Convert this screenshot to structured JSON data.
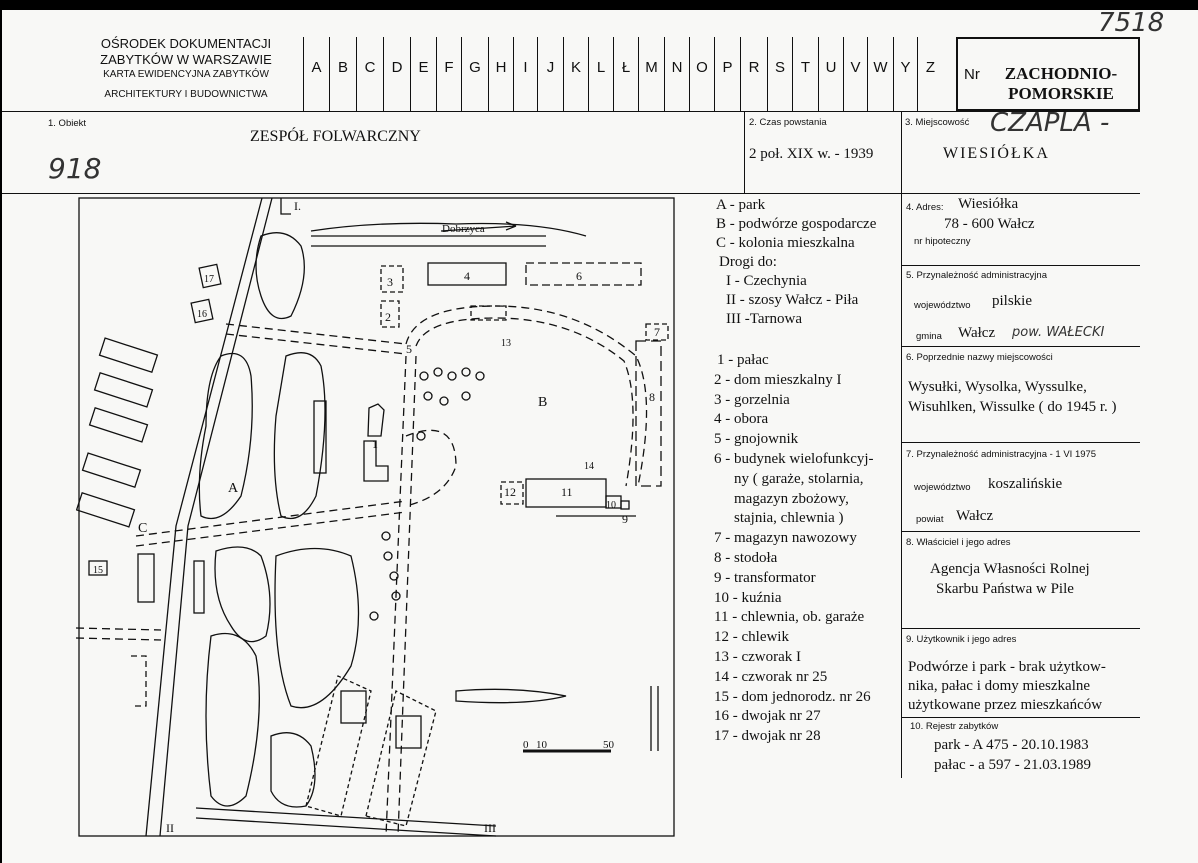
{
  "handwritten_number_top": "7518",
  "institution": {
    "line1": "OŚRODEK DOKUMENTACJI",
    "line2": "ZABYTKÓW W WARSZAWIE",
    "line3": "KARTA EWIDENCYJNA ZABYTKÓW",
    "line4": "ARCHITEKTURY I BUDOWNICTWA"
  },
  "letters": [
    "A",
    "B",
    "C",
    "D",
    "E",
    "F",
    "G",
    "H",
    "I",
    "J",
    "K",
    "L",
    "Ł",
    "M",
    "N",
    "O",
    "P",
    "R",
    "S",
    "T",
    "U",
    "V",
    "W",
    "Y",
    "Z"
  ],
  "nr_label": "Nr",
  "nr_value_line1": "ZACHODNIO-",
  "nr_value_line2": "POMORSKIE",
  "obiekt": {
    "label": "1. Obiekt",
    "value": "ZESPÓŁ FOLWARCZNY",
    "hand_number": "918"
  },
  "czas": {
    "label": "2. Czas powstania",
    "value": "2 poł. XIX w. - 1939"
  },
  "miejscowosc": {
    "label": "3. Miejscowość",
    "hand": "CZAPLA -",
    "value": "WIESIÓŁKA"
  },
  "adres": {
    "label": "4. Adres:",
    "line1": "Wiesiółka",
    "line2": "78 - 600 Wałcz",
    "hipoteczny": "nr hipoteczny"
  },
  "przynaleznosc": {
    "label": "5. Przynależność administracyjna",
    "woj_label": "województwo",
    "woj_value": "pilskie",
    "gmina_label": "gmina",
    "gmina_value": "Wałcz",
    "gmina_hand": "pow. WAŁECKI"
  },
  "poprzednie": {
    "label": "6. Poprzednie nazwy miejscowości",
    "line1": "Wysułki, Wysolka, Wyssulke,",
    "line2": "Wisuhlken, Wissulke ( do 1945 r. )"
  },
  "przynaleznosc1975": {
    "label": "7. Przynależność administracyjna - 1 VI 1975",
    "woj_label": "województwo",
    "woj_value": "koszalińskie",
    "powiat_label": "powiat",
    "powiat_value": "Wałcz"
  },
  "wlasciciel": {
    "label": "8. Właściciel i jego adres",
    "line1": "Agencja Własności Rolnej",
    "line2": "Skarbu Państwa w Pile"
  },
  "uzytkownik": {
    "label": "9. Użytkownik i jego adres",
    "line1": "Podwórze i park - brak użytkow-",
    "line2": "nika, pałac i domy mieszkalne",
    "line3": "użytkowane przez mieszkańców"
  },
  "rejestr": {
    "label": "10. Rejestr zabytków",
    "line1": "park - A 475  - 20.10.1983",
    "line2": "pałac - a 597  - 21.03.1989"
  },
  "legend_areas": [
    "A - park",
    "B - podwórze gospodarcze",
    "C - kolonia mieszkalna"
  ],
  "legend_roads_title": "Drogi do:",
  "legend_roads": [
    "I - Czechynia",
    "II - szosy Wałcz - Piła",
    "III -Tarnowa"
  ],
  "legend_buildings": [
    "1 - pałac",
    "2 - dom mieszkalny I",
    "3 - gorzelnia",
    "4 - obora",
    "5 - gnojownik",
    "6 - budynek wielofunkcyj-",
    "ny ( garaże, stolarnia,",
    "magazyn zbożowy,",
    "stajnia, chlewnia )",
    "7 - magazyn nawozowy",
    "8 - stodoła",
    "9 - transformator",
    "10 - kuźnia",
    "11 - chlewnia, ob. garaże",
    "12 - chlewik",
    "13 - czworak I",
    "14 - czworak nr 25",
    "15 - dom jednorodz. nr 26",
    "16 - dwojak nr 27",
    "17 - dwojak nr 28"
  ],
  "map": {
    "river": "Dobrzyca",
    "road_I": "I.",
    "road_II": "II",
    "road_III": "III",
    "area_A": "A",
    "area_B": "B",
    "area_C": "C",
    "scale_0": "0",
    "scale_10": "10",
    "scale_50": "50",
    "nums": [
      "1",
      "2",
      "3",
      "4",
      "5",
      "6",
      "7",
      "8",
      "9",
      "10",
      "11",
      "12",
      "13",
      "14",
      "15",
      "16",
      "17"
    ]
  }
}
